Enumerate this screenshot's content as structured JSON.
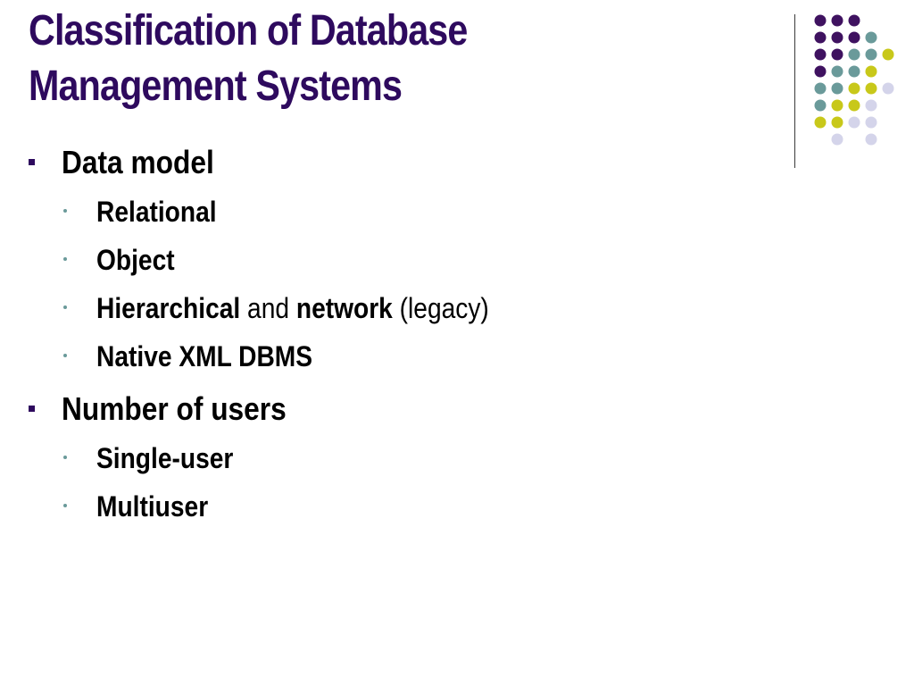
{
  "slide": {
    "title_line1": "Classification of Database",
    "title_line2": "Management Systems",
    "sections": [
      {
        "label": "Data model",
        "items": [
          {
            "label": "Relational"
          },
          {
            "label": "Object"
          },
          {
            "bold1": "Hierarchical",
            "plain1": " and ",
            "bold2": "network",
            "plain2": " (legacy)"
          },
          {
            "label": "Native XML DBMS"
          }
        ]
      },
      {
        "label": "Number of users",
        "items": [
          {
            "label": "Single-user"
          },
          {
            "label": "Multiuser"
          }
        ]
      }
    ]
  },
  "theme": {
    "title_color": "#2e0a5e",
    "dot_purple": "#3f1260",
    "dot_teal": "#6a9a9a",
    "dot_olive": "#c8c81a",
    "dot_lavender": "#d4d4ea"
  }
}
